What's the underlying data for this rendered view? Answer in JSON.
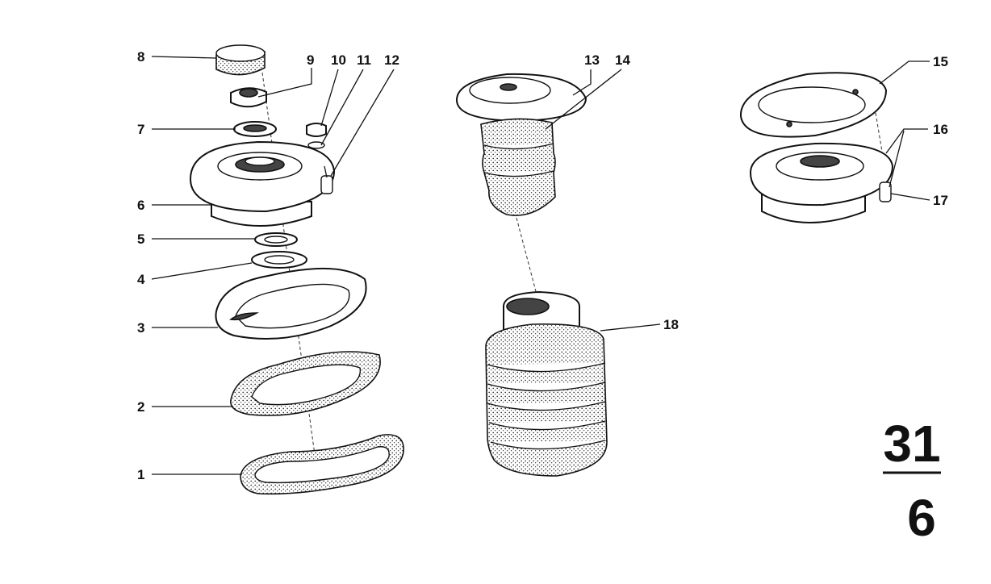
{
  "callouts": {
    "p1": "1",
    "p2": "2",
    "p3": "3",
    "p4": "4",
    "p5": "5",
    "p6": "6",
    "p7": "7",
    "p8": "8",
    "p9": "9",
    "p10": "10",
    "p11": "11",
    "p12": "12",
    "p13": "13",
    "p14": "14",
    "p15": "15",
    "p16": "16",
    "p17": "17",
    "p18": "18"
  },
  "group_code": {
    "top": "31",
    "bottom": "6"
  }
}
